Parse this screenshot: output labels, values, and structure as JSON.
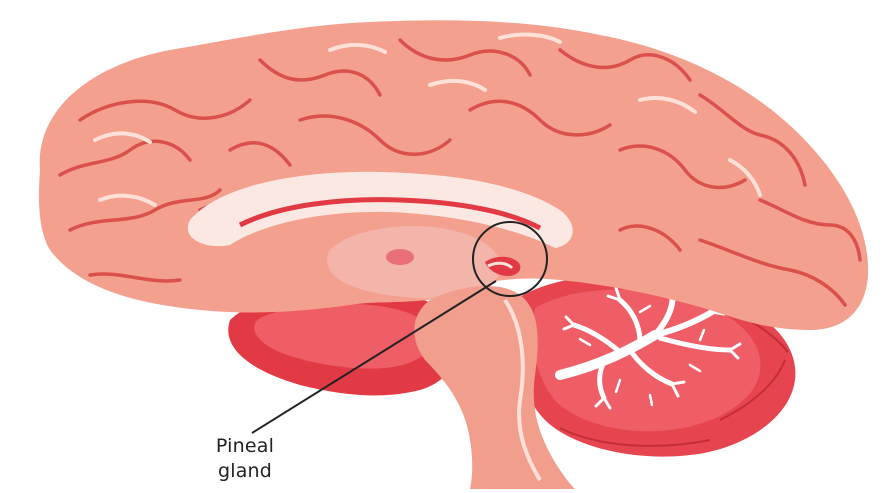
{
  "diagram": {
    "callout": {
      "line1": "Pineal",
      "line2": "gland"
    }
  },
  "colors": {
    "background": "#ffffff",
    "cortex": "#f4a08f",
    "cortex_dark": "#e5786a",
    "sulcus": "#d9514a",
    "highlight": "#fde1d8",
    "corpus_callosum": "#fce8e2",
    "thalamus": "#f3b5aa",
    "red_structure": "#e23a45",
    "brainstem": "#f19e8c",
    "cerebellum": "#e6444f",
    "arbor_vitae": "#ffffff",
    "pointer": "#222222"
  },
  "icons": {
    "marker": "circle-highlight"
  }
}
